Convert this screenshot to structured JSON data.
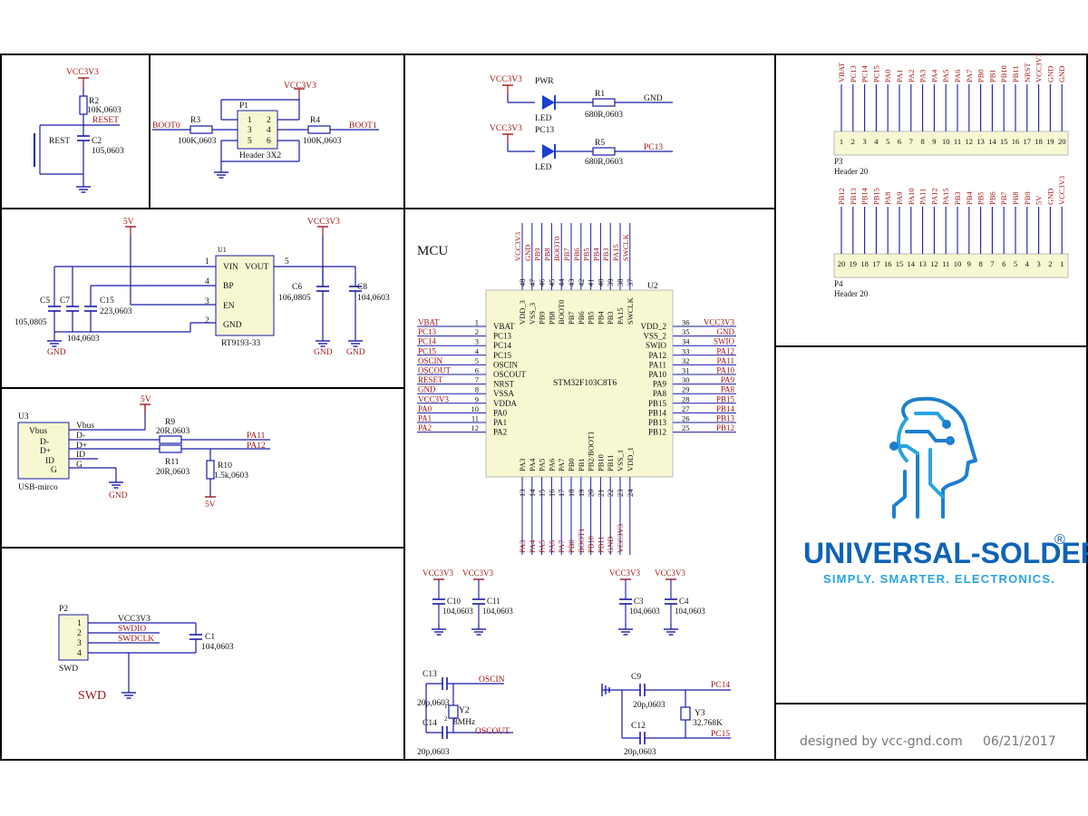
{
  "colors": {
    "wire": "#1a1aa8",
    "label": "#a01818",
    "text": "#111111",
    "chip": "#f7f7d2",
    "conn": "#f7f7d2",
    "led": "#1b3fcf",
    "border": "#000000",
    "brand": "#0f63b5",
    "brand_light": "#29a3e0"
  },
  "reset": {
    "vcc": "VCC3V3",
    "r2": "R2",
    "r2_val": "10K,0603",
    "reset_net": "RESET",
    "sw": "REST",
    "c2": "C2",
    "c2_val": "105,0603"
  },
  "boot": {
    "boot0": "BOOT0",
    "boot1": "BOOT1",
    "vcc": "VCC3V3",
    "p1": "P1",
    "r3": "R3",
    "r3_val": "100K,0603",
    "r4": "R4",
    "r4_val": "100K,0603",
    "p1_name": "Header 3X2",
    "pins": [
      "1",
      "2",
      "3",
      "4",
      "5",
      "6"
    ]
  },
  "leds": {
    "vcc_a": "VCC3V3",
    "vcc_b": "VCC3V3",
    "pwr": "PWR",
    "pc13_lbl": "PC13",
    "led_a": "LED",
    "led_b": "LED",
    "r1": "R1",
    "r1_val": "680R,0603",
    "r5": "R5",
    "r5_val": "680R,0603",
    "gnd": "GND",
    "pc13": "PC13"
  },
  "p3": {
    "nets": [
      "VBAT",
      "PC13",
      "PC14",
      "PC15",
      "PA0",
      "PA1",
      "PA2",
      "PA3",
      "PA4",
      "PA5",
      "PA6",
      "PA7",
      "PB0",
      "PB1",
      "PB10",
      "PB11",
      "NRST",
      "VCC3V3",
      "GND",
      "GND"
    ],
    "pins": [
      "1",
      "2",
      "3",
      "4",
      "5",
      "6",
      "7",
      "8",
      "9",
      "10",
      "11",
      "12",
      "13",
      "14",
      "15",
      "16",
      "17",
      "18",
      "19",
      "20"
    ],
    "ref": "P3",
    "name": "Header 20"
  },
  "p4": {
    "nets": [
      "PB12",
      "PB13",
      "PB14",
      "PB15",
      "PA8",
      "PA9",
      "PA10",
      "PA11",
      "PA12",
      "PA15",
      "PB3",
      "PB4",
      "PB5",
      "PB6",
      "PB7",
      "PB8",
      "PB9",
      "5V",
      "GND",
      "VCC3V3"
    ],
    "pins": [
      "20",
      "19",
      "18",
      "17",
      "16",
      "15",
      "14",
      "13",
      "12",
      "11",
      "10",
      "9",
      "8",
      "7",
      "6",
      "5",
      "4",
      "3",
      "2",
      "1"
    ],
    "ref": "P4",
    "name": "Header 20"
  },
  "regulator": {
    "v5": "5V",
    "vcc": "VCC3V3",
    "u1": "U1",
    "part": "RT9193-33",
    "vin": "VIN",
    "vout": "VOUT",
    "bp": "BP",
    "en": "EN",
    "gnd": "GND",
    "p1": "1",
    "p4": "4",
    "p3": "3",
    "p2": "2",
    "p5": "5",
    "c5": "C5",
    "c7": "C7",
    "c15": "C15",
    "c15_val": "223,0603",
    "c5_val": "105,0805",
    "c7_val": "104,0603",
    "c6": "C6",
    "c6_val": "106,0805",
    "c8": "C8",
    "c8_val": "104,0603",
    "gnd_a": "GND",
    "gnd_b": "GND",
    "gnd_c": "GND"
  },
  "usb": {
    "u3": "U3",
    "v5": "5V",
    "pins": [
      "Vbus",
      "D-",
      "D+",
      "ID",
      "G"
    ],
    "vbus": "Vbus",
    "dm": "D-",
    "dp": "D+",
    "id": "ID",
    "g": "G",
    "r9": "R9",
    "r9_val": "20R,0603",
    "r11": "R11",
    "r11_val": "20R,0603",
    "pa11": "PA11",
    "pa12": "PA12",
    "r10": "R10",
    "r10_val": "1.5k,0603",
    "v5b": "5V",
    "name": "USB-mirco",
    "gnd": "GND"
  },
  "swd": {
    "p2": "P2",
    "pins": [
      "1",
      "2",
      "3",
      "4"
    ],
    "nets": [
      "VCC3V3",
      "SWDIO",
      "SWDCLK"
    ],
    "c1": "C1",
    "c1_val": "104,0603",
    "ref": "SWD",
    "title": "SWD"
  },
  "mcu": {
    "title": "MCU",
    "ref": "U2",
    "part": "STM32F103C8T6",
    "left": [
      {
        "net": "VBAT",
        "num": "1",
        "name": "VBAT"
      },
      {
        "net": "PC13",
        "num": "2",
        "name": "PC13"
      },
      {
        "net": "PC14",
        "num": "3",
        "name": "PC14"
      },
      {
        "net": "PC15",
        "num": "4",
        "name": "PC15"
      },
      {
        "net": "OSCIN",
        "num": "5",
        "name": "OSCIN"
      },
      {
        "net": "OSCOUT",
        "num": "6",
        "name": "OSCOUT"
      },
      {
        "net": "RESET",
        "num": "7",
        "name": "NRST"
      },
      {
        "net": "GND",
        "num": "8",
        "name": "VSSA"
      },
      {
        "net": "VCC3V3",
        "num": "9",
        "name": "VDDA"
      },
      {
        "net": "PA0",
        "num": "10",
        "name": "PA0"
      },
      {
        "net": "PA1",
        "num": "11",
        "name": "PA1"
      },
      {
        "net": "PA2",
        "num": "12",
        "name": "PA2"
      }
    ],
    "right": [
      {
        "net": "VCC3V3",
        "num": "36",
        "name": "VDD_2"
      },
      {
        "net": "GND",
        "num": "35",
        "name": "VSS_2"
      },
      {
        "net": "SWIO",
        "num": "34",
        "name": "SWIO"
      },
      {
        "net": "PA12",
        "num": "33",
        "name": "PA12"
      },
      {
        "net": "PA11",
        "num": "32",
        "name": "PA11"
      },
      {
        "net": "PA10",
        "num": "31",
        "name": "PA10"
      },
      {
        "net": "PA9",
        "num": "30",
        "name": "PA9"
      },
      {
        "net": "PA8",
        "num": "29",
        "name": "PA8"
      },
      {
        "net": "PB15",
        "num": "28",
        "name": "PB15"
      },
      {
        "net": "PB14",
        "num": "27",
        "name": "PB14"
      },
      {
        "net": "PB13",
        "num": "26",
        "name": "PB13"
      },
      {
        "net": "PB12",
        "num": "25",
        "name": "PB12"
      }
    ],
    "top": [
      {
        "net": "VCC3V3",
        "num": "48",
        "name": "VDD_3"
      },
      {
        "net": "GND",
        "num": "47",
        "name": "VSS_3"
      },
      {
        "net": "PB9",
        "num": "46",
        "name": "PB9"
      },
      {
        "net": "PB8",
        "num": "45",
        "name": "PB8"
      },
      {
        "net": "BOOT0",
        "num": "44",
        "name": "BOOT0"
      },
      {
        "net": "PB7",
        "num": "43",
        "name": "PB7"
      },
      {
        "net": "PB6",
        "num": "42",
        "name": "PB6"
      },
      {
        "net": "PB5",
        "num": "41",
        "name": "PB5"
      },
      {
        "net": "PB4",
        "num": "40",
        "name": "PB4"
      },
      {
        "net": "PB3",
        "num": "39",
        "name": "PB3"
      },
      {
        "net": "PA15",
        "num": "38",
        "name": "PA15"
      },
      {
        "net": "SWCLK",
        "num": "37",
        "name": "SWCLK"
      }
    ],
    "bottom": [
      {
        "net": "PA3",
        "num": "13",
        "name": "PA3"
      },
      {
        "net": "PA4",
        "num": "14",
        "name": "PA4"
      },
      {
        "net": "PA5",
        "num": "15",
        "name": "PA5"
      },
      {
        "net": "PA6",
        "num": "16",
        "name": "PA6"
      },
      {
        "net": "PA7",
        "num": "17",
        "name": "PA7"
      },
      {
        "net": "PB0",
        "num": "18",
        "name": "PB0"
      },
      {
        "net": "BOOT1",
        "num": "19",
        "name": "PB1"
      },
      {
        "net": "PB10",
        "num": "20",
        "name": "PB2/BOOT1"
      },
      {
        "net": "PB11",
        "num": "21",
        "name": "PB10"
      },
      {
        "net": "GND",
        "num": "22",
        "name": "PB11"
      },
      {
        "net": "VCC3V3",
        "num": "23",
        "name": "VSS_1"
      },
      {
        "net": "",
        "num": "24",
        "name": "VDD_1"
      }
    ]
  },
  "decoupling": [
    {
      "vcc": "VCC3V3",
      "ref": "C10",
      "val": "104,0603"
    },
    {
      "vcc": "VCC3V3",
      "ref": "C11",
      "val": "104,0603"
    },
    {
      "vcc": "VCC3V3",
      "ref": "C3",
      "val": "104,0603"
    },
    {
      "vcc": "VCC3V3",
      "ref": "C4",
      "val": "104,0603"
    }
  ],
  "osc8": {
    "c13": "C13",
    "c13_val": "20p,0603",
    "c14": "C14",
    "c14_val": "20p,0603",
    "y2": "Y2",
    "y2_val": "8MHz",
    "oscin": "OSCIN",
    "oscout": "OSCOUT",
    "p1": "1",
    "p2": "2"
  },
  "osc32": {
    "c9": "C9",
    "c9_val": "20p,0603",
    "c12": "C12",
    "c12_val": "20p,0603",
    "y3": "Y3",
    "y3_val": "32.768K",
    "pc14": "PC14",
    "pc15": "PC15"
  },
  "brand": {
    "name": "UNIVERSAL-SOLDER",
    "reg": "®",
    "tagline": "SIMPLY. SMARTER. ELECTRONICS.",
    "designed": "designed by vcc-gnd.com",
    "date": "06/21/2017"
  }
}
